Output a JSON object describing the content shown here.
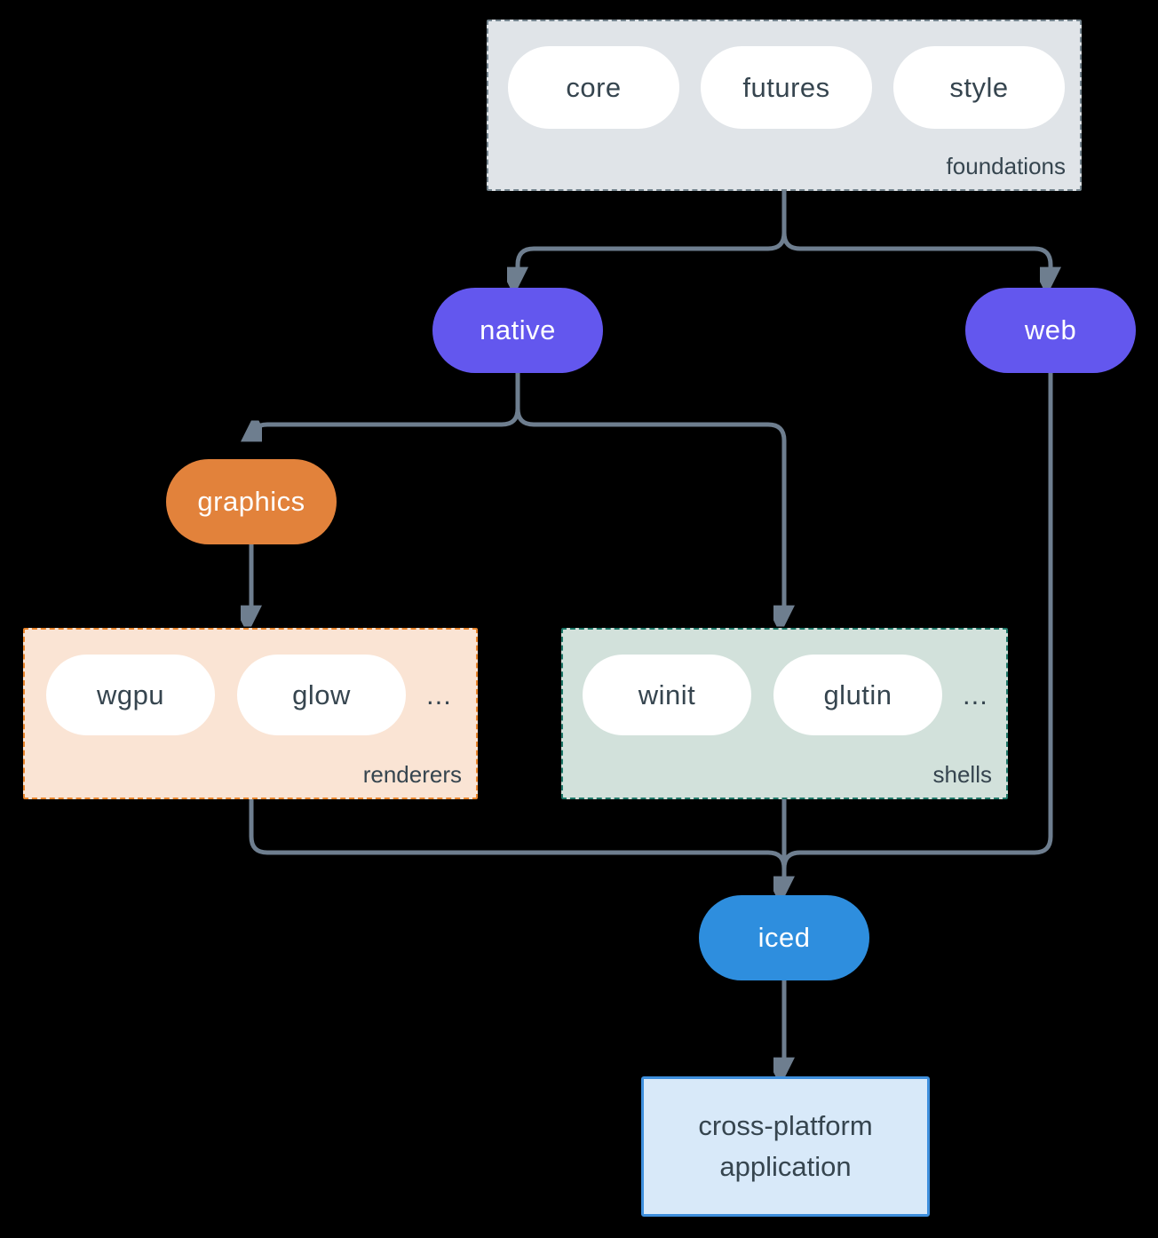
{
  "colors": {
    "background": "#000000",
    "arrow": "#6E7E8F",
    "dark_text": "#36454F",
    "purple": "#6357EE",
    "orange": "#E2823B",
    "blue": "#2E8EDE",
    "white_pill": "#FFFFFF",
    "foundations_bg": "#E0E4E8",
    "foundations_border": "#75858F",
    "renderers_bg": "#FAE4D4",
    "renderers_border": "#E8852D",
    "shells_bg": "#D2E1DB",
    "shells_border": "#20796A",
    "app_bg": "#D8E9F9",
    "app_border": "#3E8FDD"
  },
  "groups": {
    "foundations": {
      "label": "foundations",
      "pills": [
        "core",
        "futures",
        "style"
      ]
    },
    "renderers": {
      "label": "renderers",
      "pills": [
        "wgpu",
        "glow"
      ],
      "ellipsis": "..."
    },
    "shells": {
      "label": "shells",
      "pills": [
        "winit",
        "glutin"
      ],
      "ellipsis": "..."
    }
  },
  "nodes": {
    "native": "native",
    "web": "web",
    "graphics": "graphics",
    "iced": "iced",
    "app": {
      "lines": [
        "cross-platform",
        "application"
      ]
    }
  }
}
